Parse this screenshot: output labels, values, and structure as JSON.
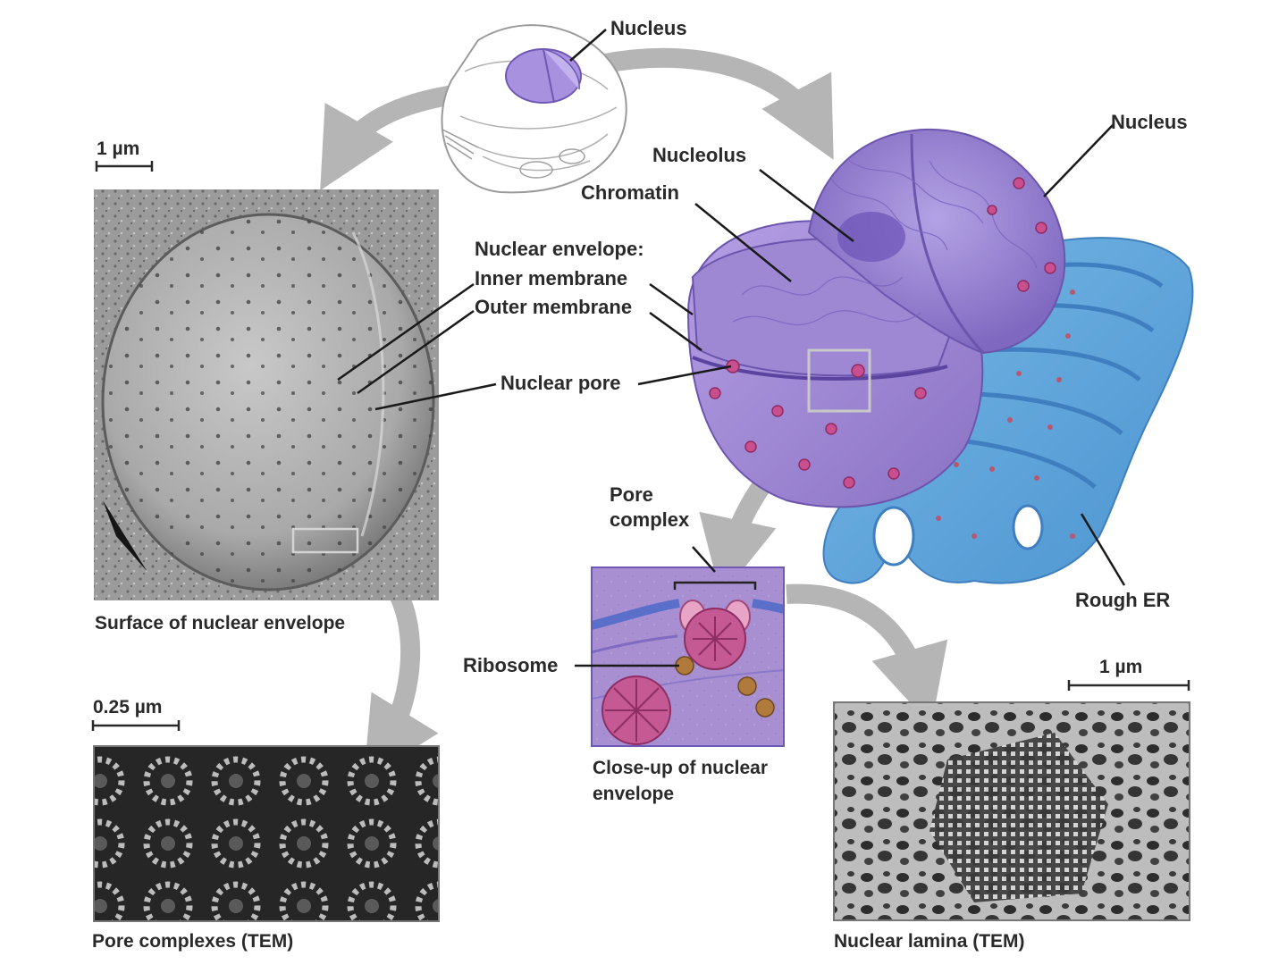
{
  "labels": {
    "nucleus_cell": "Nucleus",
    "nucleus_main": "Nucleus",
    "nucleolus": "Nucleolus",
    "chromatin": "Chromatin",
    "nuclear_envelope": "Nuclear envelope:",
    "inner_membrane": "Inner membrane",
    "outer_membrane": "Outer membrane",
    "nuclear_pore": "Nuclear pore",
    "pore_complex_line1": "Pore",
    "pore_complex_line2": "complex",
    "ribosome": "Ribosome",
    "rough_er": "Rough ER"
  },
  "scale_bars": {
    "surface": "1 µm",
    "pore_complexes": "0.25 µm",
    "lamina": "1 µm"
  },
  "captions": {
    "surface": "Surface of nuclear envelope",
    "pore_complexes": "Pore complexes (TEM)",
    "closeup_line1": "Close-up of nuclear",
    "closeup_line2": "envelope",
    "lamina": "Nuclear lamina (TEM)"
  },
  "colors": {
    "arrow": "#b5b5b5",
    "nucleus_purple": "#8f79c9",
    "envelope_purple": "#a48fd8",
    "er_blue": "#5ea6dc",
    "pore_pink": "#c94f8f",
    "micrograph_gray": "#8a8a8a"
  }
}
